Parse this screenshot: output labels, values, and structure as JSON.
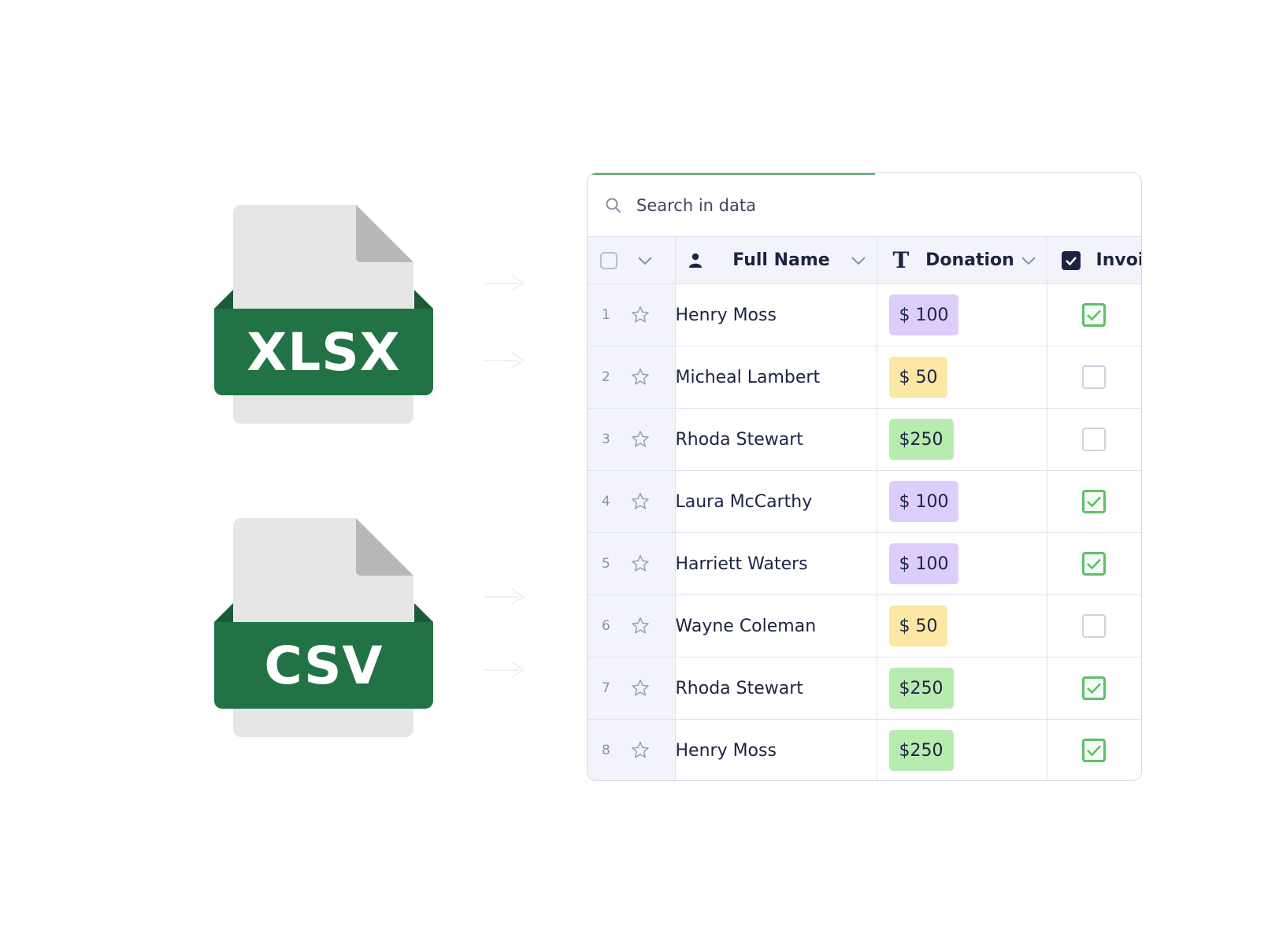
{
  "files": [
    {
      "label": "XLSX",
      "icon": "xlsx-file-icon"
    },
    {
      "label": "CSV",
      "icon": "csv-file-icon"
    }
  ],
  "colors": {
    "excel_green": "#217346",
    "checkbox_green": "#5fbf6a",
    "pill_purple": "#dccdfb",
    "pill_yellow": "#fde7a4",
    "pill_green": "#b8ebb0"
  },
  "search": {
    "placeholder": "Search in data"
  },
  "table": {
    "columns": [
      {
        "label": "Full Name",
        "icon": "person-icon"
      },
      {
        "label": "Donation",
        "icon": "text-type-icon"
      },
      {
        "label": "Invoic",
        "icon": "checkbox-type-icon"
      }
    ],
    "rows": [
      {
        "num": "1",
        "name": "Henry Moss",
        "donation": "$ 100",
        "color": "#dccdfb",
        "checked": true
      },
      {
        "num": "2",
        "name": "Micheal Lambert",
        "donation": "$ 50",
        "color": "#fde7a4",
        "checked": false
      },
      {
        "num": "3",
        "name": "Rhoda Stewart",
        "donation": "$250",
        "color": "#b8ebb0",
        "checked": false
      },
      {
        "num": "4",
        "name": "Laura McCarthy",
        "donation": "$ 100",
        "color": "#dccdfb",
        "checked": true
      },
      {
        "num": "5",
        "name": "Harriett Waters",
        "donation": "$ 100",
        "color": "#dccdfb",
        "checked": true
      },
      {
        "num": "6",
        "name": "Wayne Coleman",
        "donation": "$ 50",
        "color": "#fde7a4",
        "checked": false
      },
      {
        "num": "7",
        "name": "Rhoda Stewart",
        "donation": "$250",
        "color": "#b8ebb0",
        "checked": true
      },
      {
        "num": "8",
        "name": "Henry Moss",
        "donation": "$250",
        "color": "#b8ebb0",
        "checked": true
      }
    ]
  }
}
